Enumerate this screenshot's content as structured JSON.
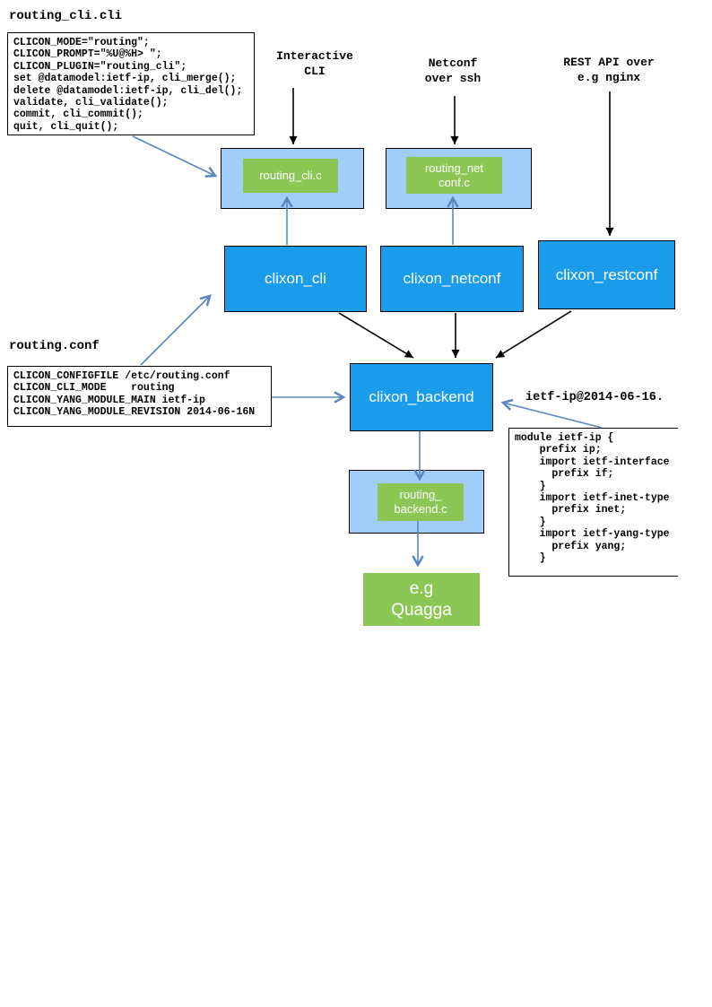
{
  "files": {
    "cli": {
      "title": "routing_cli.cli",
      "code": "CLICON_MODE=\"routing\";\nCLICON_PROMPT=\"%U@%H> \";\nCLICON_PLUGIN=\"routing_cli\";\nset @datamodel:ietf-ip, cli_merge();\ndelete @datamodel:ietf-ip, cli_del();\nvalidate, cli_validate();\ncommit, cli_commit();\nquit, cli_quit();"
    },
    "conf": {
      "title": "routing.conf",
      "code": "CLICON_CONFIGFILE /etc/routing.conf\nCLICON_CLI_MODE    routing\nCLICON_YANG_MODULE_MAIN ietf-ip\nCLICON_YANG_MODULE_REVISION 2014-06-16N"
    },
    "yang": {
      "title": "ietf-ip@2014-06-16.",
      "code": "module ietf-ip {\n    prefix ip;\n    import ietf-interface\n      prefix if;\n    }\n    import ietf-inet-type\n      prefix inet;\n    }\n    import ietf-yang-type\n      prefix yang;\n    }"
    }
  },
  "labels": {
    "interactive_cli": "Interactive\nCLI",
    "netconf_ssh": "Netconf\nover ssh",
    "rest_api": "REST API over\ne.g nginx"
  },
  "nodes": {
    "routing_cli_plugin": "routing_cli.c",
    "routing_netconf_plugin": "routing_net\nconf.c",
    "clixon_cli": "clixon_cli",
    "clixon_netconf": "clixon_netconf",
    "clixon_restconf": "clixon_restconf",
    "clixon_backend": "clixon_backend",
    "routing_backend_plugin": "routing_\nbackend.c",
    "quagga": "e.g\nQuagga"
  },
  "colors": {
    "node_blue": "#1B9CEB",
    "container_blue": "#A0CDFA",
    "plugin_green": "#8CC756",
    "connector_blue": "#5B87BE",
    "arrow_black": "#000000"
  }
}
